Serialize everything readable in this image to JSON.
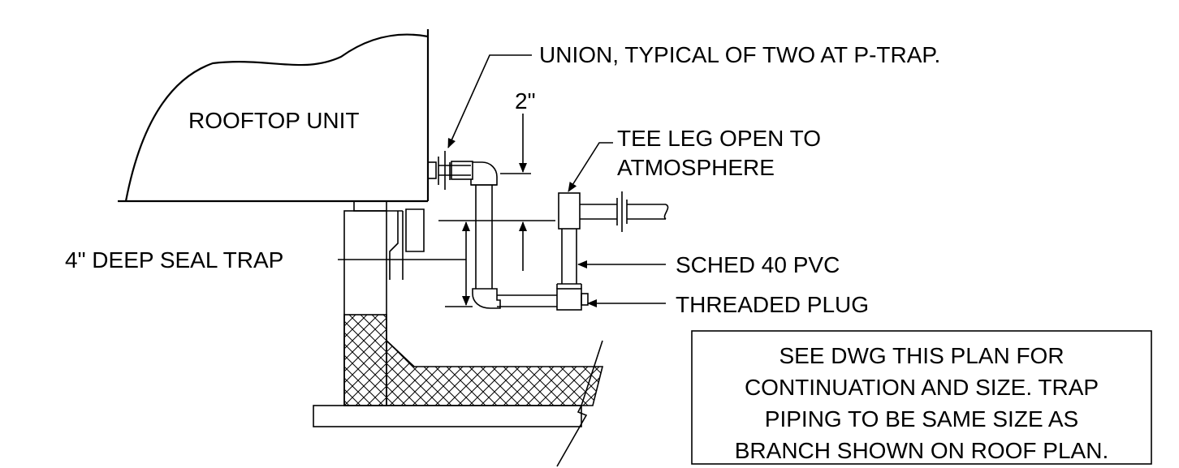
{
  "labels": {
    "union": "UNION, TYPICAL OF TWO AT P-TRAP.",
    "two_inch": "2\"",
    "unit": "ROOFTOP UNIT",
    "tee_line1": "TEE LEG OPEN TO",
    "tee_line2": "ATMOSPHERE",
    "seal_trap": "4\" DEEP SEAL TRAP",
    "pvc": "SCHED 40 PVC",
    "plug": "THREADED PLUG"
  },
  "note": {
    "line1": "SEE DWG THIS PLAN FOR",
    "line2": "CONTINUATION AND SIZE. TRAP",
    "line3": "PIPING TO BE SAME SIZE AS",
    "line4": "BRANCH SHOWN ON ROOF PLAN."
  }
}
